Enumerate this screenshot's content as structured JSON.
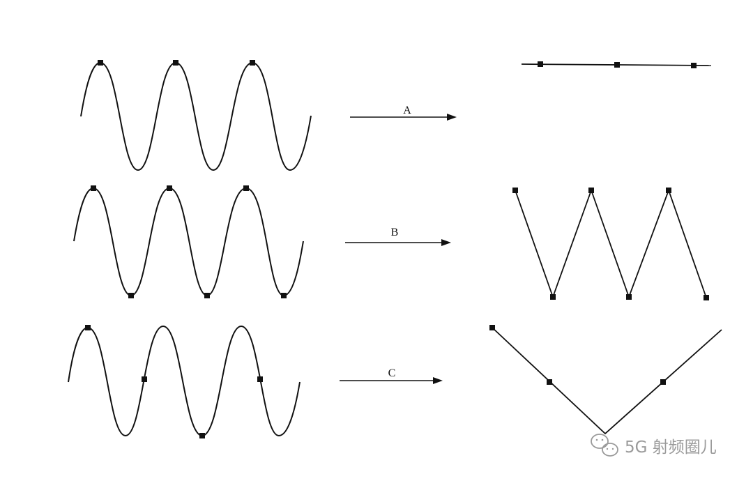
{
  "colors": {
    "ink": "#111111",
    "watermark": "#9a9a9a"
  },
  "rows": [
    {
      "label": "A"
    },
    {
      "label": "B"
    },
    {
      "label": "C"
    }
  ],
  "watermark": {
    "icon": "wechat-icon",
    "text": "5G 射频圈儿"
  }
}
